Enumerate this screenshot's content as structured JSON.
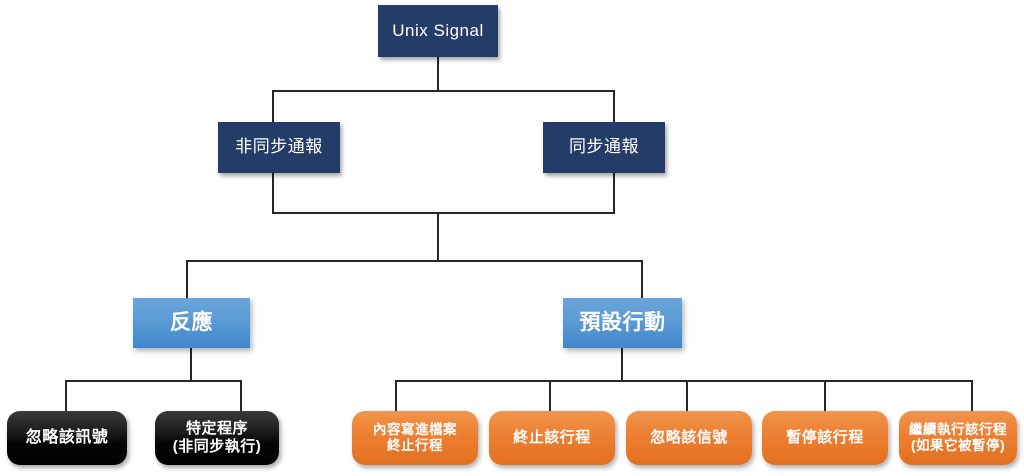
{
  "diagram": {
    "title": "Unix Signal",
    "type": "hierarchy-tree",
    "colors": {
      "navy": "#243C68",
      "blue": "#5C9BD5",
      "orange": "#ED7D31",
      "black": "#000000",
      "line": "#262626",
      "background": "#FFFFFF",
      "text": "#FFFFFF"
    },
    "levels": {
      "root": {
        "label": "Unix Signal"
      },
      "level2": [
        {
          "label": "非同步通報"
        },
        {
          "label": "同步通報"
        }
      ],
      "level3": [
        {
          "label": "反應"
        },
        {
          "label": "預設行動"
        }
      ],
      "reaction_leaves": [
        {
          "label": "忽略該訊號"
        },
        {
          "label": "特定程序\n(非同步執行)"
        }
      ],
      "default_action_leaves": [
        {
          "label": "內容寫進檔案\n終止行程"
        },
        {
          "label": "終止該行程"
        },
        {
          "label": "忽略該信號"
        },
        {
          "label": "暫停該行程"
        },
        {
          "label": "繼續執行該行程\n(如果它被暫停)"
        }
      ]
    }
  }
}
